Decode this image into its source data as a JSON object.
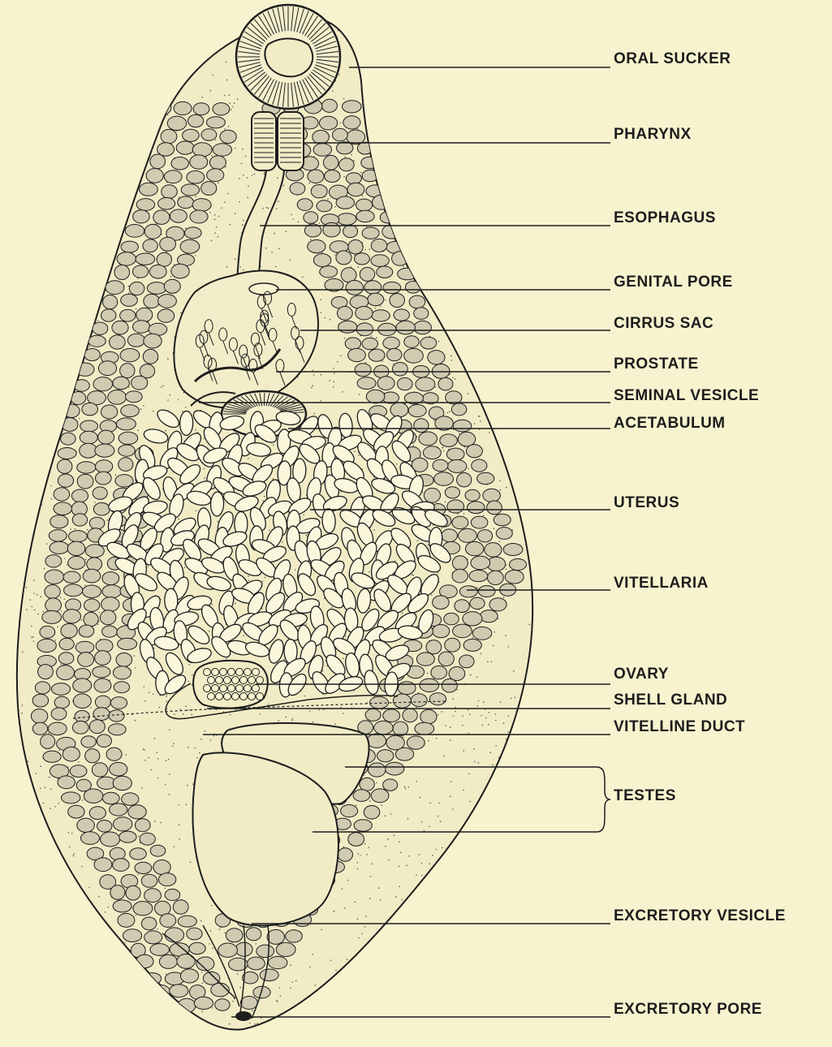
{
  "labels": {
    "oral_sucker": "ORAL SUCKER",
    "pharynx": "PHARYNX",
    "esophagus": "ESOPHAGUS",
    "genital_pore": "GENITAL PORE",
    "cirrus_sac": "CIRRUS SAC",
    "prostate": "PROSTATE",
    "seminal_vesicle": "SEMINAL VESICLE",
    "acetabulum": "ACETABULUM",
    "uterus": "UTERUS",
    "vitellaria": "VITELLARIA",
    "ovary": "OVARY",
    "shell_gland": "SHELL GLAND",
    "vitelline_duct": "VITELLINE DUCT",
    "testes": "TESTES",
    "excretory_vesicle": "EXCRETORY VESICLE",
    "excretory_pore": "EXCRETORY PORE"
  },
  "colors": {
    "background": "#f7f3cf",
    "ink": "#1d1d1d"
  }
}
